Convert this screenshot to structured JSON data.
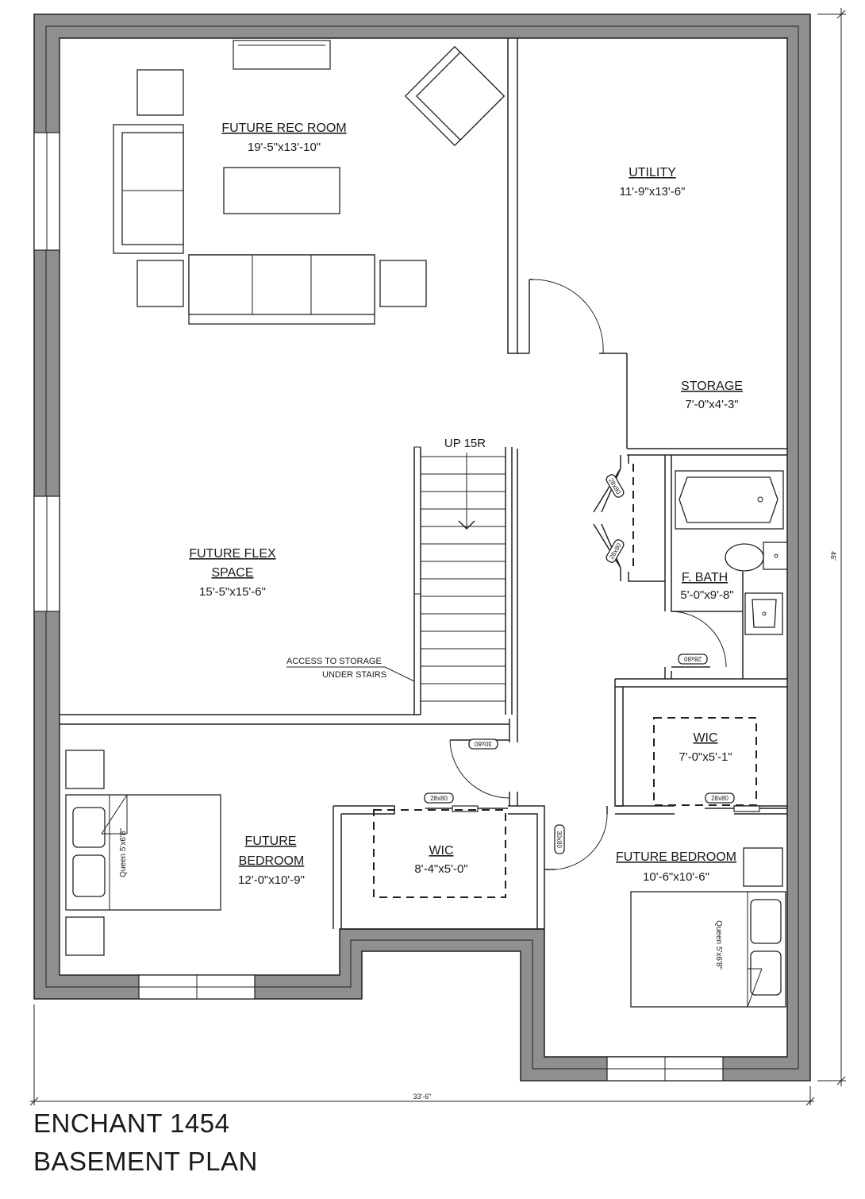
{
  "plan": {
    "name": "ENCHANT 1454",
    "subtitle": "BASEMENT PLAN",
    "overall_width": "33'-6\"",
    "overall_depth": "46'"
  },
  "rooms": {
    "rec_room": {
      "name": "FUTURE REC ROOM",
      "dims": "19'-5\"x13'-10\""
    },
    "utility": {
      "name": "UTILITY",
      "dims": "11'-9\"x13'-6\""
    },
    "storage": {
      "name": "STORAGE",
      "dims": "7'-0\"x4'-3\""
    },
    "flex_space": {
      "name_line1": "FUTURE FLEX",
      "name_line2": "SPACE",
      "dims": "15'-5\"x15'-6\""
    },
    "bath": {
      "name": "F. BATH",
      "dims": "5'-0\"x9'-8\""
    },
    "bedroom_left": {
      "name_line1": "FUTURE",
      "name_line2": "BEDROOM",
      "dims": "12'-0\"x10'-9\""
    },
    "wic_left": {
      "name": "WIC",
      "dims": "8'-4\"x5'-0\""
    },
    "wic_right": {
      "name": "WIC",
      "dims": "7'-0\"x5'-1\""
    },
    "bedroom_right": {
      "name": "FUTURE BEDROOM",
      "dims": "10'-6\"x10'-6\""
    }
  },
  "stairs": {
    "label": "UP 15R"
  },
  "notes": {
    "access_line1": "ACCESS TO STORAGE",
    "access_line2": "UNDER STAIRS"
  },
  "beds": {
    "left": "Queen 5'x6'8\"",
    "right": "Queen 5'x6'8\""
  },
  "doors": {
    "storage_upper": "28x80",
    "storage_lower": "28x80",
    "bath": "28x80",
    "stair_hall": "30x80",
    "wic_left": "28x80",
    "wic_right": "28x80",
    "bedroom_right": "30x80"
  },
  "colors": {
    "wall_fill": "#8f8f8f",
    "line": "#222222",
    "background": "#ffffff"
  }
}
